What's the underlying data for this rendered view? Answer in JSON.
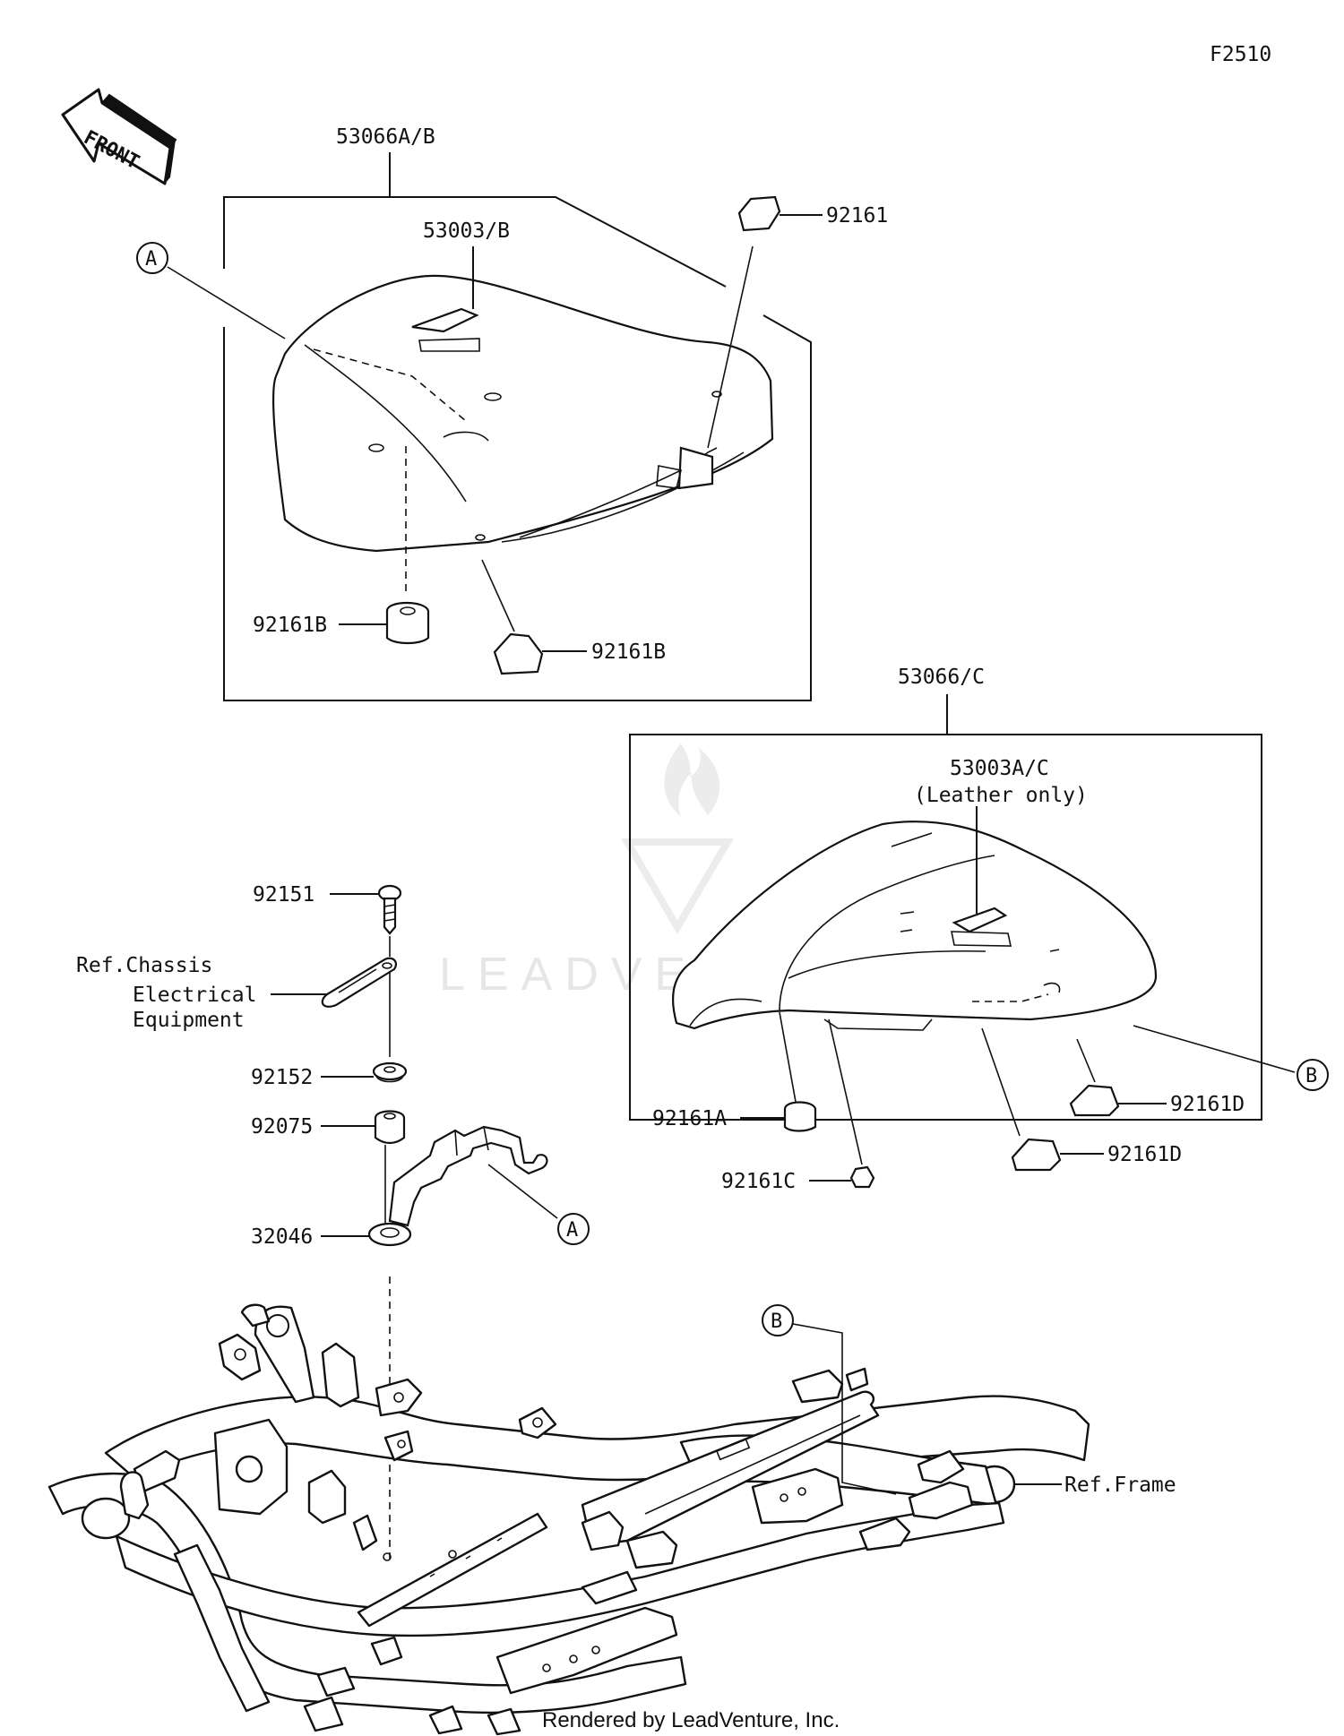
{
  "figure_code": "F2510",
  "orientation": {
    "label": "FRONT"
  },
  "callout_refs": {
    "a": "A",
    "b": "B"
  },
  "parts": {
    "seat_assy_front": "53066A/B",
    "seat_cover_front": "53003/B",
    "damper_front_top": "92161",
    "damper_front_left": "92161B",
    "damper_front_right": "92161B",
    "seat_assy_rear": "53066/C",
    "seat_cover_rear": "53003A/C",
    "seat_cover_rear_note": "(Leather only)",
    "damper_rear_a": "92161A",
    "damper_rear_c": "92161C",
    "damper_rear_d_top": "92161D",
    "damper_rear_d_bottom": "92161D",
    "bolt": "92151",
    "collar": "92152",
    "grommet": "92075",
    "bracket": "32046"
  },
  "references": {
    "chassis_line1": "Ref.Chassis",
    "chassis_line2": "Electrical",
    "chassis_line3": "Equipment",
    "frame": "Ref.Frame"
  },
  "watermark": "LEADVENTURE",
  "footer": "Rendered by LeadVenture, Inc."
}
